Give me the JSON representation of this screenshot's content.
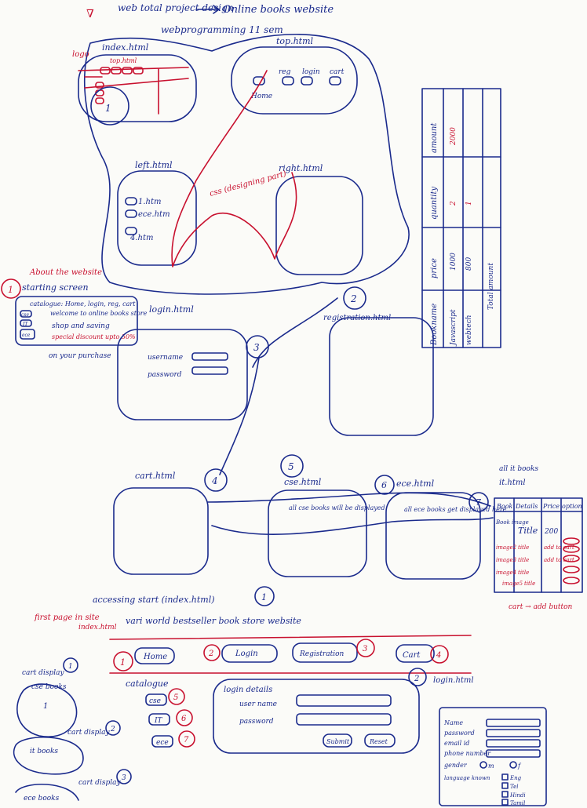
{
  "header": {
    "title_left": "web total project design",
    "arrow_label": "Online books website",
    "subtitle": "webprogramming 11 sem"
  },
  "top_sketch": {
    "index_label": "index.html",
    "logo_label": "logo",
    "top_label": "top.html",
    "left_label": "left.html",
    "right_label": "right.html",
    "css_note": "css (designing part)",
    "home_label": "Home",
    "left_items": [
      "1.htm",
      "ece.htm",
      "4.htm"
    ],
    "top_buttons": [
      "reg",
      "login",
      "cart"
    ]
  },
  "about": {
    "header": "About the website",
    "title": "starting screen",
    "lines": [
      "catalogue: Home, login, reg, cart",
      "welcome to online books store",
      "shop and saving",
      "special discount upto 50%",
      "on your purchase"
    ],
    "side_items": [
      "cse",
      "IT",
      "ece"
    ]
  },
  "login_box": {
    "label": "login.html",
    "fields": [
      "username",
      "password"
    ]
  },
  "registration_box": {
    "label": "registration.html"
  },
  "pages": {
    "cart": "cart.html",
    "cse": "cse.html",
    "ece": "ece.html",
    "it": "it.html",
    "cse_note": "all cse books will be displayed",
    "ece_note": "all ece books get displayed here",
    "it_note": "all it books"
  },
  "table": {
    "headers": [
      "Book",
      "Details",
      "Price",
      "option"
    ],
    "rows": [
      [
        "Book image",
        "Title",
        "200"
      ],
      [
        "image2",
        "title",
        "add to cart"
      ],
      [
        "image3",
        "title",
        "add to cart"
      ],
      [
        "image4",
        "title",
        ""
      ],
      [
        "image5",
        "title",
        ""
      ]
    ],
    "footer": "cart → add button"
  },
  "cart_table": {
    "headers": [
      "Bookname",
      "price",
      "quantity",
      "amount"
    ],
    "rows": [
      [
        "Javascript",
        "1000",
        "2",
        "2000"
      ],
      [
        "webtech",
        "800",
        "1",
        ""
      ]
    ],
    "total": "Total amount"
  },
  "flow": {
    "access_note": "accessing start (index.html)",
    "first_page": "first page in site",
    "index_label": "index.html",
    "welcome": "vari world bestseller book store website",
    "nav": [
      "Home",
      "Login",
      "Registration",
      "Cart"
    ],
    "catalogue_label": "catalogue",
    "catalogue_items": [
      "cse",
      "IT",
      "ece"
    ],
    "login_details": "login details",
    "login_fields": [
      "user name",
      "password"
    ],
    "buttons": [
      "Submit",
      "Reset"
    ],
    "login_html": "login.html",
    "cart_display": "cart display",
    "cse_books": "cse books",
    "it_books": "it books",
    "ece_books": "ece books",
    "reg_fields": [
      "Name",
      "password",
      "email id",
      "phone number",
      "gender",
      "language known"
    ],
    "gender_opts": [
      "m",
      "f"
    ],
    "lang_opts": [
      "Eng",
      "Tel",
      "Hindi",
      "Tamil"
    ]
  }
}
